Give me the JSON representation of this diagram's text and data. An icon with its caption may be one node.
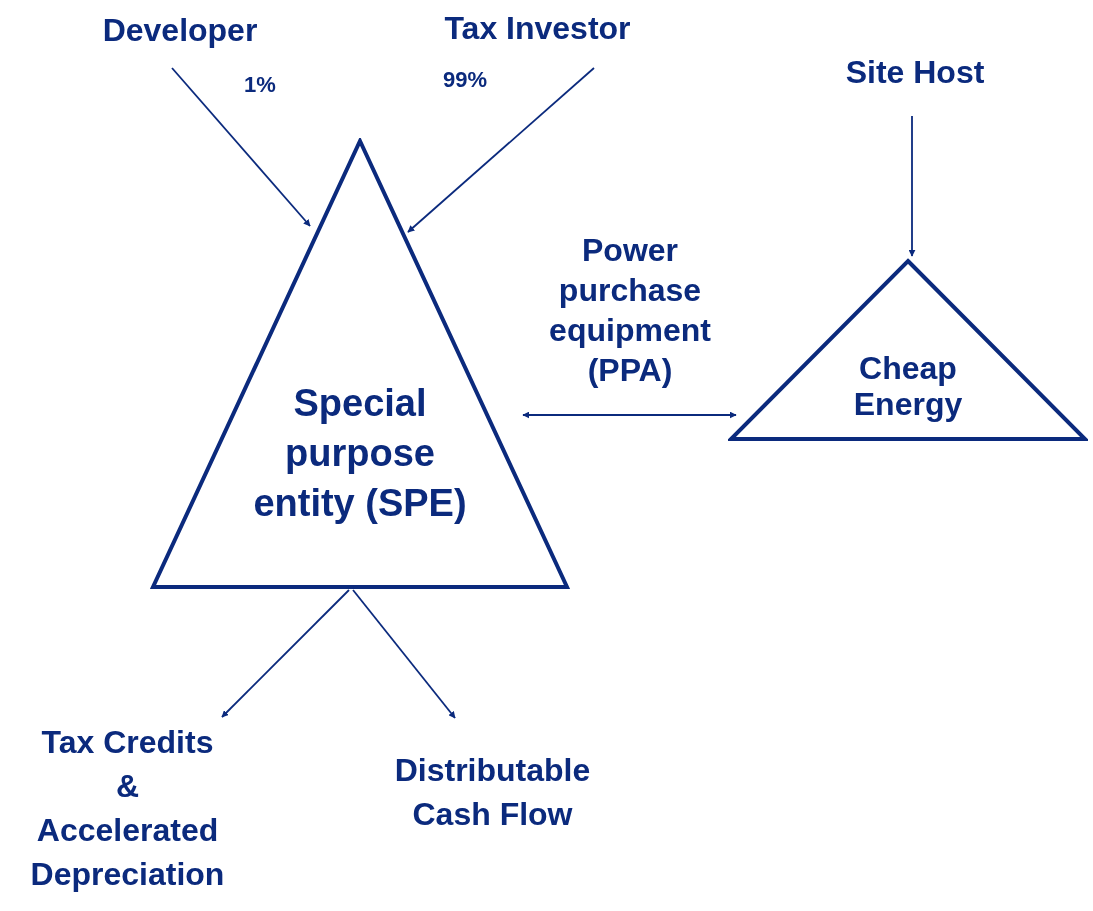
{
  "diagram": {
    "nodes": [
      {
        "text": [
          "Developer"
        ]
      },
      {
        "text": [
          "Tax Investor"
        ]
      },
      {
        "text": [
          "Site Host"
        ]
      },
      {
        "text": [
          "Special purpose entity (SPE)"
        ]
      },
      {
        "text": [
          "Cheap Energy"
        ]
      },
      {
        "text": [
          "Tax Credits & Accelerated Depreciation"
        ]
      },
      {
        "text": [
          "Distributable Cash Flow"
        ]
      }
    ],
    "edges": [
      {
        "from": 0,
        "to": 3,
        "arrow": "to",
        "label": "1%"
      },
      {
        "from": 1,
        "to": 3,
        "arrow": "to",
        "label": "99%"
      },
      {
        "from": 2,
        "to": 4,
        "arrow": "to"
      },
      {
        "from": 3,
        "to": 4,
        "arrow": "both",
        "label": "Power purchase equipment (PPA)"
      },
      {
        "from": 3,
        "to": 5,
        "arrow": "to"
      },
      {
        "from": 3,
        "to": 6,
        "arrow": "to"
      }
    ]
  }
}
